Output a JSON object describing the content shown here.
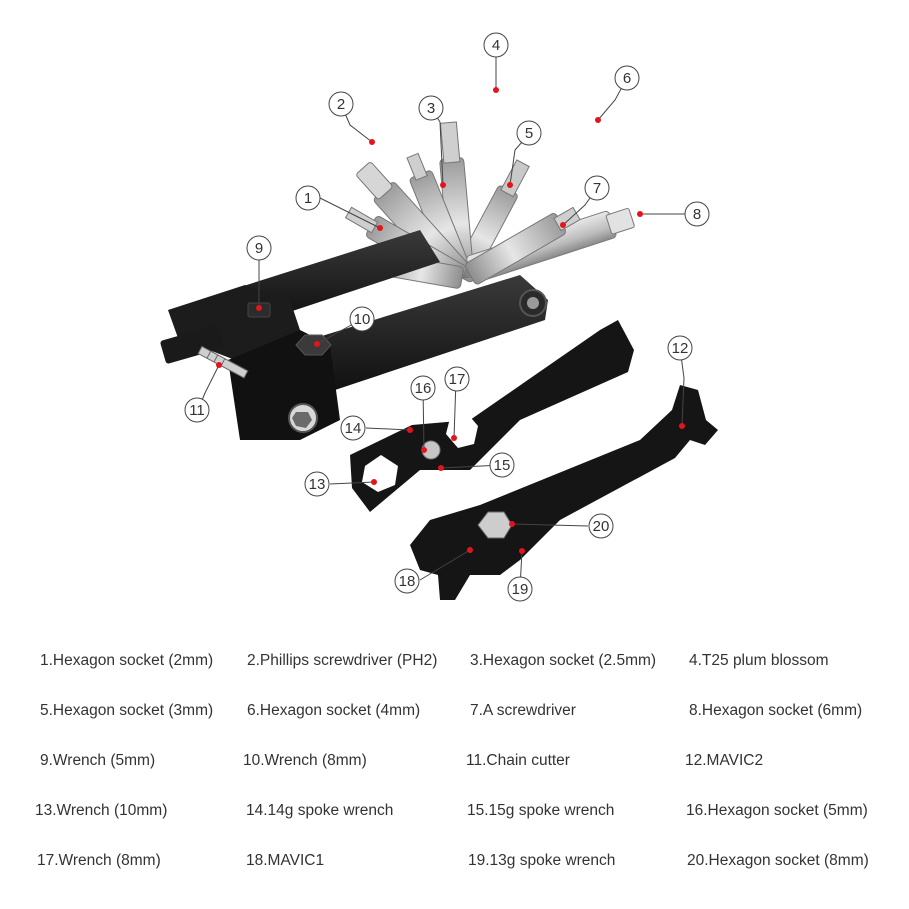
{
  "colors": {
    "accent_dot": "#e4141b",
    "metal_black": "#151515",
    "steel": "#b9b9b9",
    "callout_line": "#444444"
  },
  "callouts": [
    "1",
    "2",
    "3",
    "4",
    "5",
    "6",
    "7",
    "8",
    "9",
    "10",
    "11",
    "12",
    "13",
    "14",
    "15",
    "16",
    "17",
    "18",
    "19",
    "20"
  ],
  "legend": {
    "items": [
      "1.Hexagon socket (2mm)",
      "2.Phillips screwdriver (PH2)",
      "3.Hexagon socket (2.5mm)",
      "4.T25 plum blossom",
      "5.Hexagon socket (3mm)",
      "6.Hexagon socket (4mm)",
      "7.A screwdriver",
      "8.Hexagon socket (6mm)",
      "9.Wrench (5mm)",
      "10.Wrench (8mm)",
      "11.Chain cutter",
      "12.MAVIC2",
      "13.Wrench (10mm)",
      "14.14g spoke wrench",
      "15.15g spoke wrench",
      "16.Hexagon socket (5mm)",
      "17.Wrench (8mm)",
      "18.MAVIC1",
      "19.13g spoke wrench",
      "20.Hexagon socket (8mm)"
    ]
  }
}
